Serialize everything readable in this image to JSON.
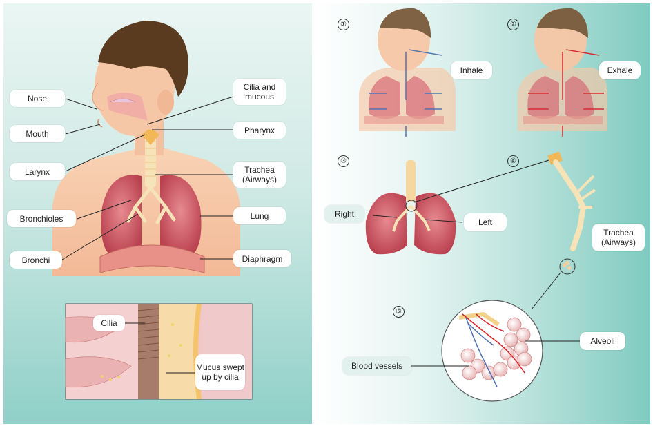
{
  "labels": {
    "nose": "Nose",
    "mouth": "Mouth",
    "larynx": "Larynx",
    "bronchioles": "Bronchioles",
    "bronchi": "Bronchi",
    "cilia_mucous": "Cilia and mucous",
    "pharynx": "Pharynx",
    "trachea": "Trachea (Airways)",
    "lung": "Lung",
    "diaphragm": "Diaphragm",
    "cilia": "Cilia",
    "mucus": "Mucus swept up by cilia",
    "inhale": "Inhale",
    "exhale": "Exhale",
    "right": "Right",
    "left": "Left",
    "trachea_right": "Trachea (Airways)",
    "alveoli": "Alveoli",
    "blood_vessels": "Blood vessels"
  },
  "steps": [
    "①",
    "②",
    "③",
    "④",
    "⑤"
  ],
  "colors": {
    "skin": "#f6c7a6",
    "hair": "#5a3b1f",
    "lung": "#c8505e",
    "trachea": "#f7e3b8",
    "arrow_inhale": "#4a6db0",
    "arrow_exhale": "#d8242a"
  }
}
